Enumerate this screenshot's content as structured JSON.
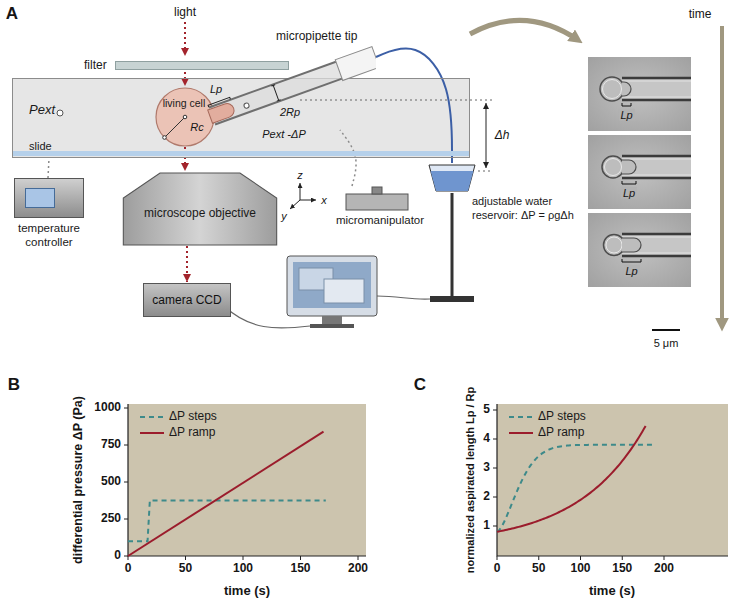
{
  "diagram": {
    "nodes": [
      {
        "text": [
          "filter"
        ]
      },
      {
        "text": [
          "Pext"
        ]
      },
      {
        "text": [
          "slide"
        ],
        "in": 1
      },
      {
        "text": [
          "living cell"
        ],
        "in": 1
      },
      {
        "text": [
          "micropipette tip"
        ]
      },
      {
        "text": [
          "temperature controller"
        ]
      },
      {
        "text": [
          "microscope objective"
        ]
      },
      {
        "text": [
          "micromanipulator"
        ]
      },
      {
        "text": [
          "adjustable water reservoir: ΔP = ρgΔh"
        ]
      },
      {
        "text": [
          "camera CCD"
        ]
      }
    ],
    "edges": [
      {
        "from": 0,
        "to": 3,
        "arrow": "to"
      },
      {
        "from": 3,
        "to": 6,
        "arrow": "to"
      },
      {
        "from": 6,
        "to": 9,
        "arrow": "to"
      },
      {
        "from": 5,
        "to": 1,
        "arrow": "none"
      },
      {
        "from": 7,
        "to": 4,
        "arrow": "none"
      },
      {
        "from": 4,
        "to": 8,
        "arrow": "none"
      }
    ],
    "labels": [
      "A",
      "light",
      "Lp",
      "2Rp",
      "Rc",
      "Pext -ΔP",
      "Δh",
      "x",
      "y",
      "z",
      "time",
      "Lp",
      "Lp",
      "Lp",
      "5 μm",
      "B",
      "differential pressure ΔP (Pa)",
      "0",
      "250",
      "500",
      "750",
      "1000",
      "0",
      "50",
      "100",
      "150",
      "200",
      "time (s)",
      "C",
      "normalized aspirated length Lp / Rp",
      "1",
      "2",
      "3",
      "4",
      "5",
      "0",
      "50",
      "100",
      "150",
      "200",
      "time (s)"
    ],
    "legend": [
      {
        "text": "ΔP steps"
      },
      {
        "text": "ΔP ramp"
      },
      {
        "text": "ΔP steps"
      },
      {
        "text": "ΔP ramp"
      }
    ]
  }
}
